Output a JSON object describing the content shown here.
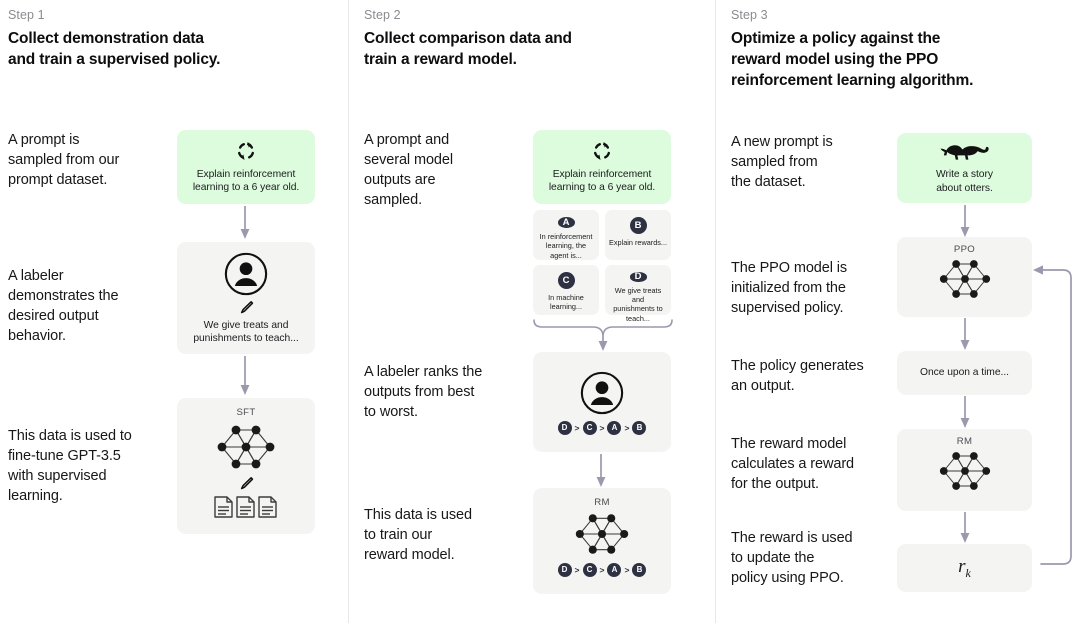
{
  "colors": {
    "green_card": "#ddfbdd",
    "grey_card": "#f4f4f3",
    "badge": "#2d3142",
    "arrow": "#9a99ad",
    "divider": "#e8e8ea",
    "step_label": "#8b8b90"
  },
  "steps": [
    {
      "label": "Step 1",
      "title": "Collect demonstration data\nand train a supervised policy.",
      "captions": [
        "A prompt is\nsampled from our\nprompt dataset.",
        "A labeler\ndemonstrates the\ndesired output\nbehavior.",
        "This data is used to\nfine-tune GPT-3.5\nwith supervised\nlearning."
      ],
      "cards": [
        {
          "name": "prompt-card",
          "icon": "dashed-circle-icon",
          "text": "Explain reinforcement\nlearning to a 6 year old."
        },
        {
          "name": "labeler-card",
          "icon": "person-pencil-icon",
          "text": "We give treats and\npunishments to teach..."
        },
        {
          "name": "sft-card",
          "title": "SFT",
          "icon": "neural-net-pencil-docs-icon"
        }
      ]
    },
    {
      "label": "Step 2",
      "title": "Collect comparison data and\ntrain a reward model.",
      "captions": [
        "A prompt and\nseveral model\noutputs are\nsampled.",
        "A labeler ranks the\noutputs from best\nto worst.",
        "This data is used\nto train our\nreward model."
      ],
      "cards": [
        {
          "name": "prompt-card",
          "icon": "dashed-circle-icon",
          "text": "Explain reinforcement\nlearning to a 6 year old."
        },
        {
          "name": "ranking-card",
          "icon": "person-icon"
        },
        {
          "name": "rm-card",
          "title": "RM",
          "icon": "neural-net-icon"
        }
      ],
      "outputs": [
        {
          "badge": "A",
          "text": "In reinforcement\nlearning, the\nagent is..."
        },
        {
          "badge": "B",
          "text": "Explain rewards..."
        },
        {
          "badge": "C",
          "text": "In machine\nlearning..."
        },
        {
          "badge": "D",
          "text": "We give treats and\npunishments to\nteach..."
        }
      ],
      "ranking": [
        "D",
        "C",
        "A",
        "B"
      ],
      "ranking_separator": ">"
    },
    {
      "label": "Step 3",
      "title": "Optimize a policy against the\nreward model using the PPO\nreinforcement learning algorithm.",
      "captions": [
        "A new prompt is\nsampled from\nthe dataset.",
        "The PPO model is\ninitialized from the\nsupervised policy.",
        "The policy generates\nan output.",
        "The reward model\ncalculates a reward\nfor the output.",
        "The reward is used\nto update the\npolicy using PPO."
      ],
      "cards": [
        {
          "name": "prompt-card",
          "icon": "otter-icon",
          "text": "Write a story\nabout otters."
        },
        {
          "name": "ppo-card",
          "title": "PPO",
          "icon": "neural-net-icon"
        },
        {
          "name": "output-card",
          "text": "Once upon a time..."
        },
        {
          "name": "rm-card",
          "title": "RM",
          "icon": "neural-net-icon"
        },
        {
          "name": "reward-card",
          "text": "r",
          "subscript": "k"
        }
      ]
    }
  ]
}
